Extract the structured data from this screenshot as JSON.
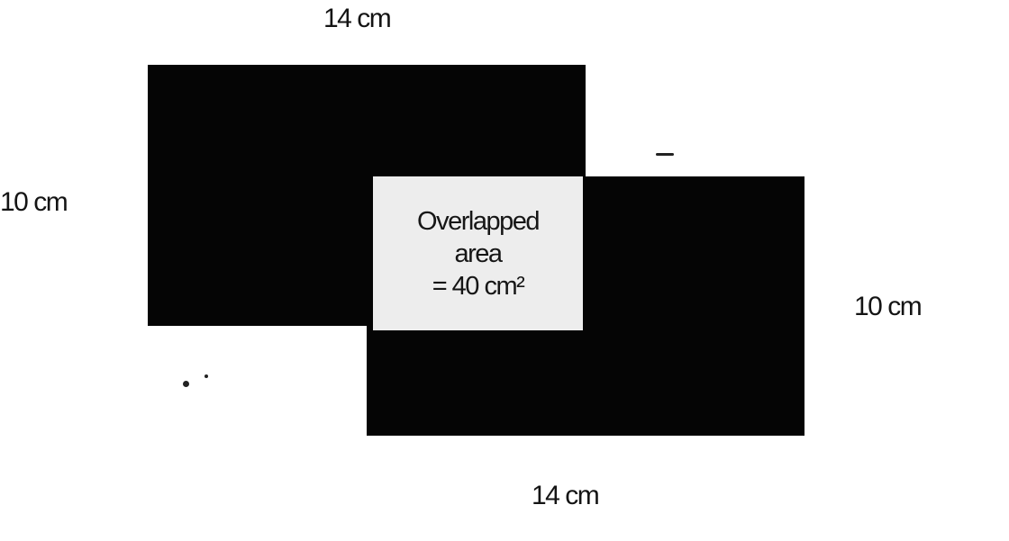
{
  "diagram": {
    "labels": {
      "top_width": "14 cm",
      "left_height": "10 cm",
      "right_height": "10 cm",
      "bottom_width": "14 cm"
    },
    "overlap": {
      "line1": "Overlapped",
      "line2": "area",
      "line3": "= 40 cm²"
    }
  }
}
